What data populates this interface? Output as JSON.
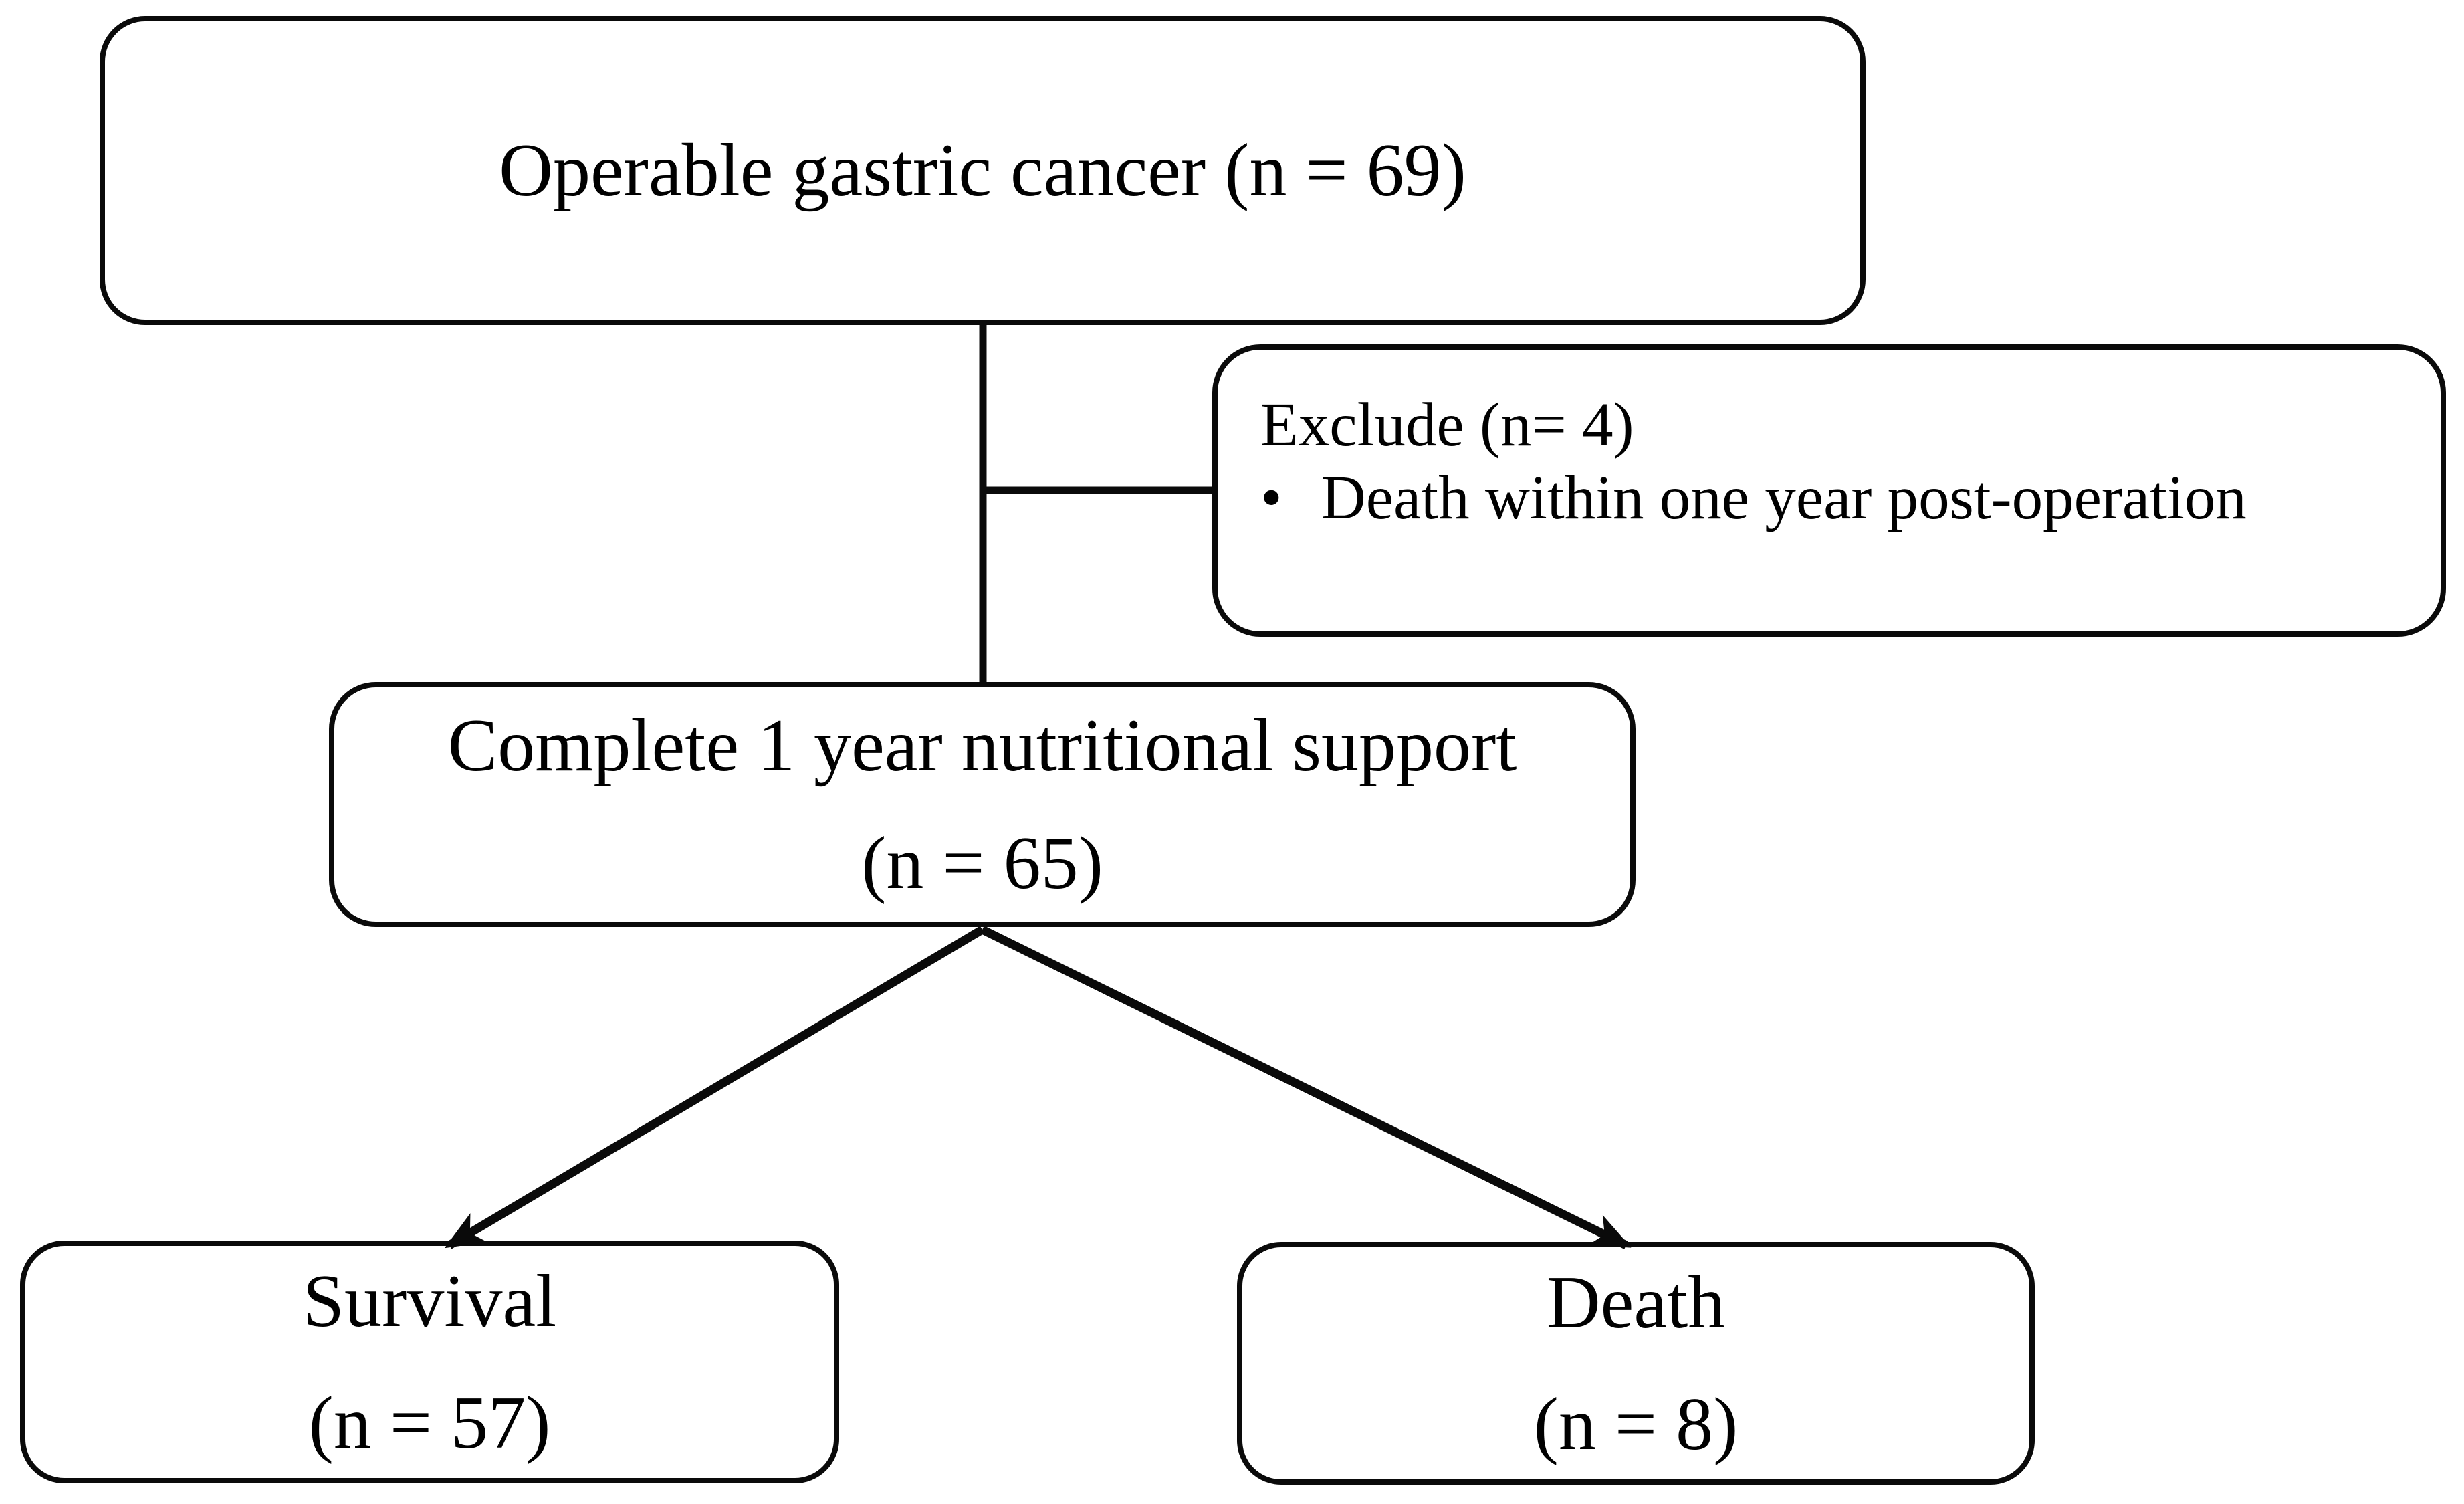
{
  "diagram": {
    "background_color": "#ffffff",
    "line_color": "#000000",
    "boxes": {
      "top": {
        "label": "Operable gastric cancer (n = 69)"
      },
      "exclude": {
        "title": "Exclude (n= 4)",
        "bullet_glyph": "•",
        "bullet_text": "Death within one year post-operation"
      },
      "middle": {
        "line1": "Complete 1 year nutritional support",
        "line2": "(n = 65)"
      },
      "survival": {
        "line1": "Survival",
        "line2": "(n = 57)"
      },
      "death": {
        "line1": "Death",
        "line2": "(n = 8)"
      }
    }
  }
}
